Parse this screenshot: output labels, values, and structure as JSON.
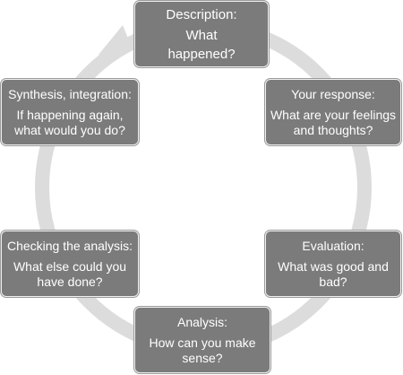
{
  "diagram": {
    "ring_color": "#d9d9d9",
    "box_color": "#7b7b7b",
    "text_color": "#ffffff",
    "stages": {
      "description": {
        "title": "Description:",
        "lines": [
          "What",
          "happened?"
        ]
      },
      "response": {
        "title": "Your response:",
        "lines": [
          "What are your feelings",
          "and thoughts?"
        ]
      },
      "evaluation": {
        "title": "Evaluation:",
        "lines": [
          "What was good and",
          "bad?"
        ]
      },
      "analysis": {
        "title": "Analysis:",
        "lines": [
          "How can you make",
          "sense?"
        ]
      },
      "checking": {
        "title": "Checking the analysis:",
        "lines": [
          "What else could you",
          "have done?"
        ]
      },
      "synthesis": {
        "title": "Synthesis, integration:",
        "lines": [
          "If happening again,",
          "what would you do?"
        ]
      }
    },
    "arrow_icon": "clockwise-arrowhead"
  }
}
